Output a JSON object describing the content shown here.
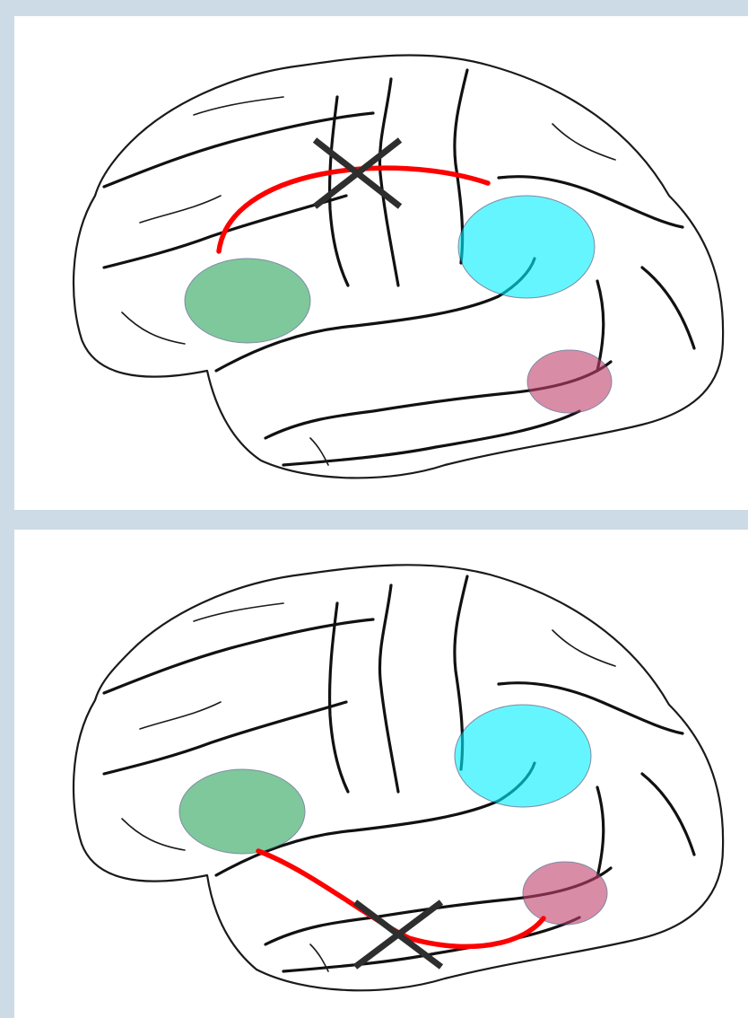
{
  "colors": {
    "background": "#cddbe6",
    "panel": "#ffffff",
    "frontal_region": "#2aa55a",
    "parietal_region": "#00f0ff",
    "temporal_region": "#c0406a",
    "tract": "#ff0000",
    "lesion_mark": "#2e2e2e"
  },
  "panels": [
    {
      "tract_route": "dorsal",
      "lesion": "cross"
    },
    {
      "tract_route": "ventral",
      "lesion": "cross"
    }
  ],
  "icons": {
    "lesion": "x-mark-icon"
  }
}
